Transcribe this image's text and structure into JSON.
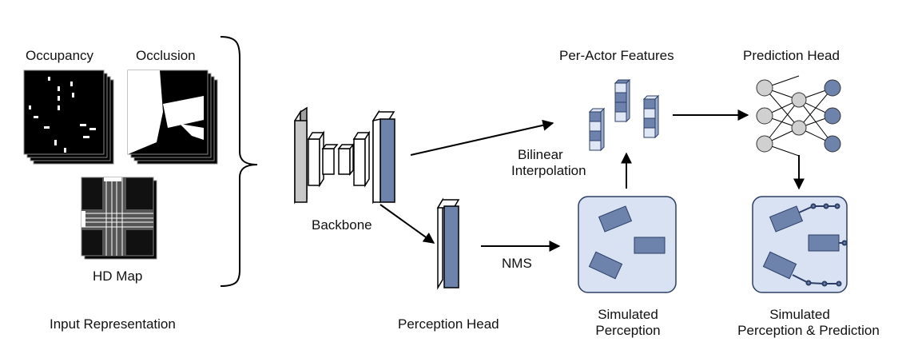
{
  "labels": {
    "occupancy": "Occupancy",
    "occlusion": "Occlusion",
    "hd_map": "HD Map",
    "input_representation": "Input Representation",
    "backbone": "Backbone",
    "perception_head": "Perception Head",
    "nms": "NMS",
    "bilinear_line1": "Bilinear",
    "bilinear_line2": "Interpolation",
    "per_actor_features": "Per-Actor Features",
    "prediction_head": "Prediction Head",
    "simulated_perception_line1": "Simulated",
    "simulated_perception_line2": "Perception",
    "simulated_pp_line1": "Simulated",
    "simulated_pp_line2": "Perception & Prediction"
  },
  "colors": {
    "blue_fill": "#6d83ab",
    "blue_stroke": "#2c3e66",
    "light_blue": "#dfe6f4",
    "panel_fill": "#d9e2f3",
    "panel_stroke": "#2c3e66",
    "gray_fill": "#c8c8c8",
    "node_gray": "#d0d0d0",
    "node_blue": "#6d83ab"
  },
  "icons": [
    "brace-icon",
    "arrow-icon",
    "neural-net-icon",
    "feature-column-icon"
  ]
}
